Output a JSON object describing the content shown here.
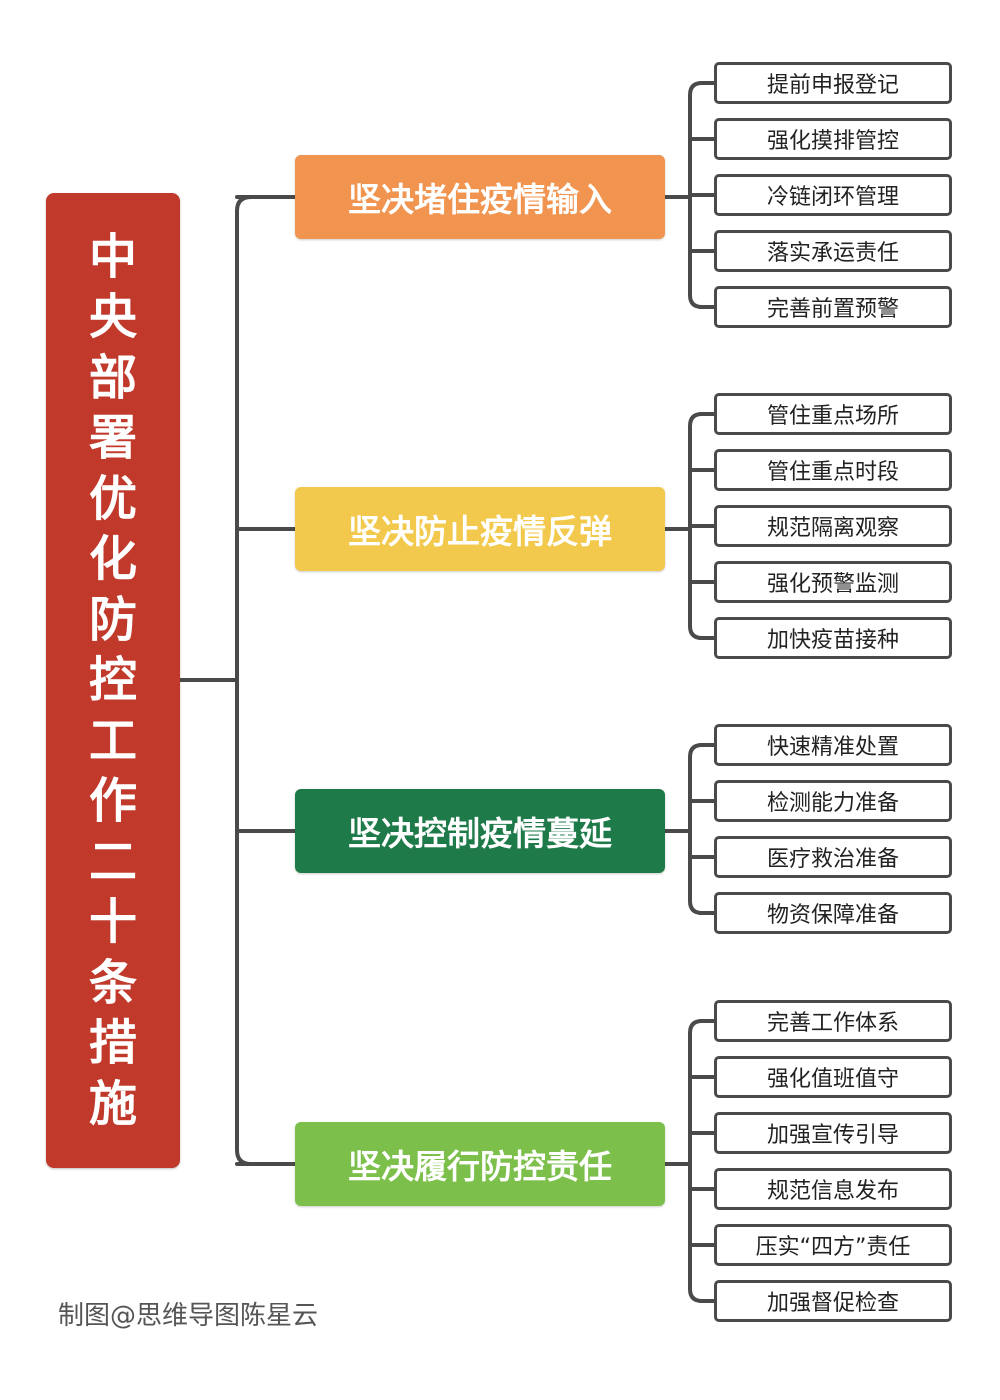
{
  "root": {
    "title": "中央部署优化防控工作二十条措施",
    "color": "#c0392b"
  },
  "branches": [
    {
      "label": "坚决堵住疫情输入",
      "color": "#f0944f",
      "items": [
        "提前申报登记",
        "强化摸排管控",
        "冷链闭环管理",
        "落实承运责任",
        "完善前置预警"
      ]
    },
    {
      "label": "坚决防止疫情反弹",
      "color": "#f2c94c",
      "items": [
        "管住重点场所",
        "管住重点时段",
        "规范隔离观察",
        "强化预警监测",
        "加快疫苗接种"
      ]
    },
    {
      "label": "坚决控制疫情蔓延",
      "color": "#1f7a4a",
      "items": [
        "快速精准处置",
        "检测能力准备",
        "医疗救治准备",
        "物资保障准备"
      ]
    },
    {
      "label": "坚决履行防控责任",
      "color": "#7cc04b",
      "items": [
        "完善工作体系",
        "强化值班值守",
        "加强宣传引导",
        "规范信息发布",
        "压实“四方”责任",
        "加强督促检查"
      ]
    }
  ],
  "credit": "制图@思维导图陈星云",
  "line_color": "#4a4a4a"
}
